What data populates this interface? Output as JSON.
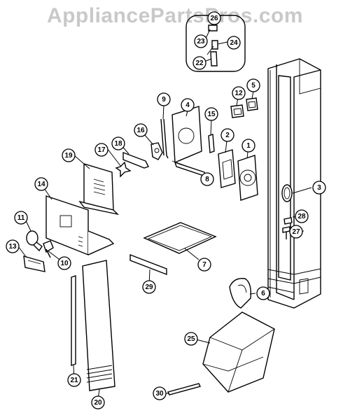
{
  "watermark": "AppliancePartsPros.com",
  "callouts": [
    {
      "label": "1",
      "part": "part-1"
    },
    {
      "label": "2",
      "part": "part-2"
    },
    {
      "label": "3",
      "part": "part-3"
    },
    {
      "label": "4",
      "part": "part-4"
    },
    {
      "label": "5",
      "part": "part-5"
    },
    {
      "label": "6",
      "part": "part-6"
    },
    {
      "label": "7",
      "part": "part-7"
    },
    {
      "label": "8",
      "part": "part-8"
    },
    {
      "label": "9",
      "part": "part-9"
    },
    {
      "label": "10",
      "part": "part-10"
    },
    {
      "label": "11",
      "part": "part-11"
    },
    {
      "label": "12",
      "part": "part-12"
    },
    {
      "label": "13",
      "part": "part-13"
    },
    {
      "label": "14",
      "part": "part-14"
    },
    {
      "label": "15",
      "part": "part-15"
    },
    {
      "label": "16",
      "part": "part-16"
    },
    {
      "label": "17",
      "part": "part-17"
    },
    {
      "label": "18",
      "part": "part-18"
    },
    {
      "label": "19",
      "part": "part-19"
    },
    {
      "label": "20",
      "part": "part-20"
    },
    {
      "label": "21",
      "part": "part-21"
    },
    {
      "label": "22",
      "part": "part-22"
    },
    {
      "label": "23",
      "part": "part-23"
    },
    {
      "label": "24",
      "part": "part-24"
    },
    {
      "label": "25",
      "part": "part-25"
    },
    {
      "label": "26",
      "part": "part-26"
    },
    {
      "label": "27",
      "part": "part-27"
    },
    {
      "label": "28",
      "part": "part-28"
    },
    {
      "label": "29",
      "part": "part-29"
    },
    {
      "label": "30",
      "part": "part-30"
    }
  ]
}
